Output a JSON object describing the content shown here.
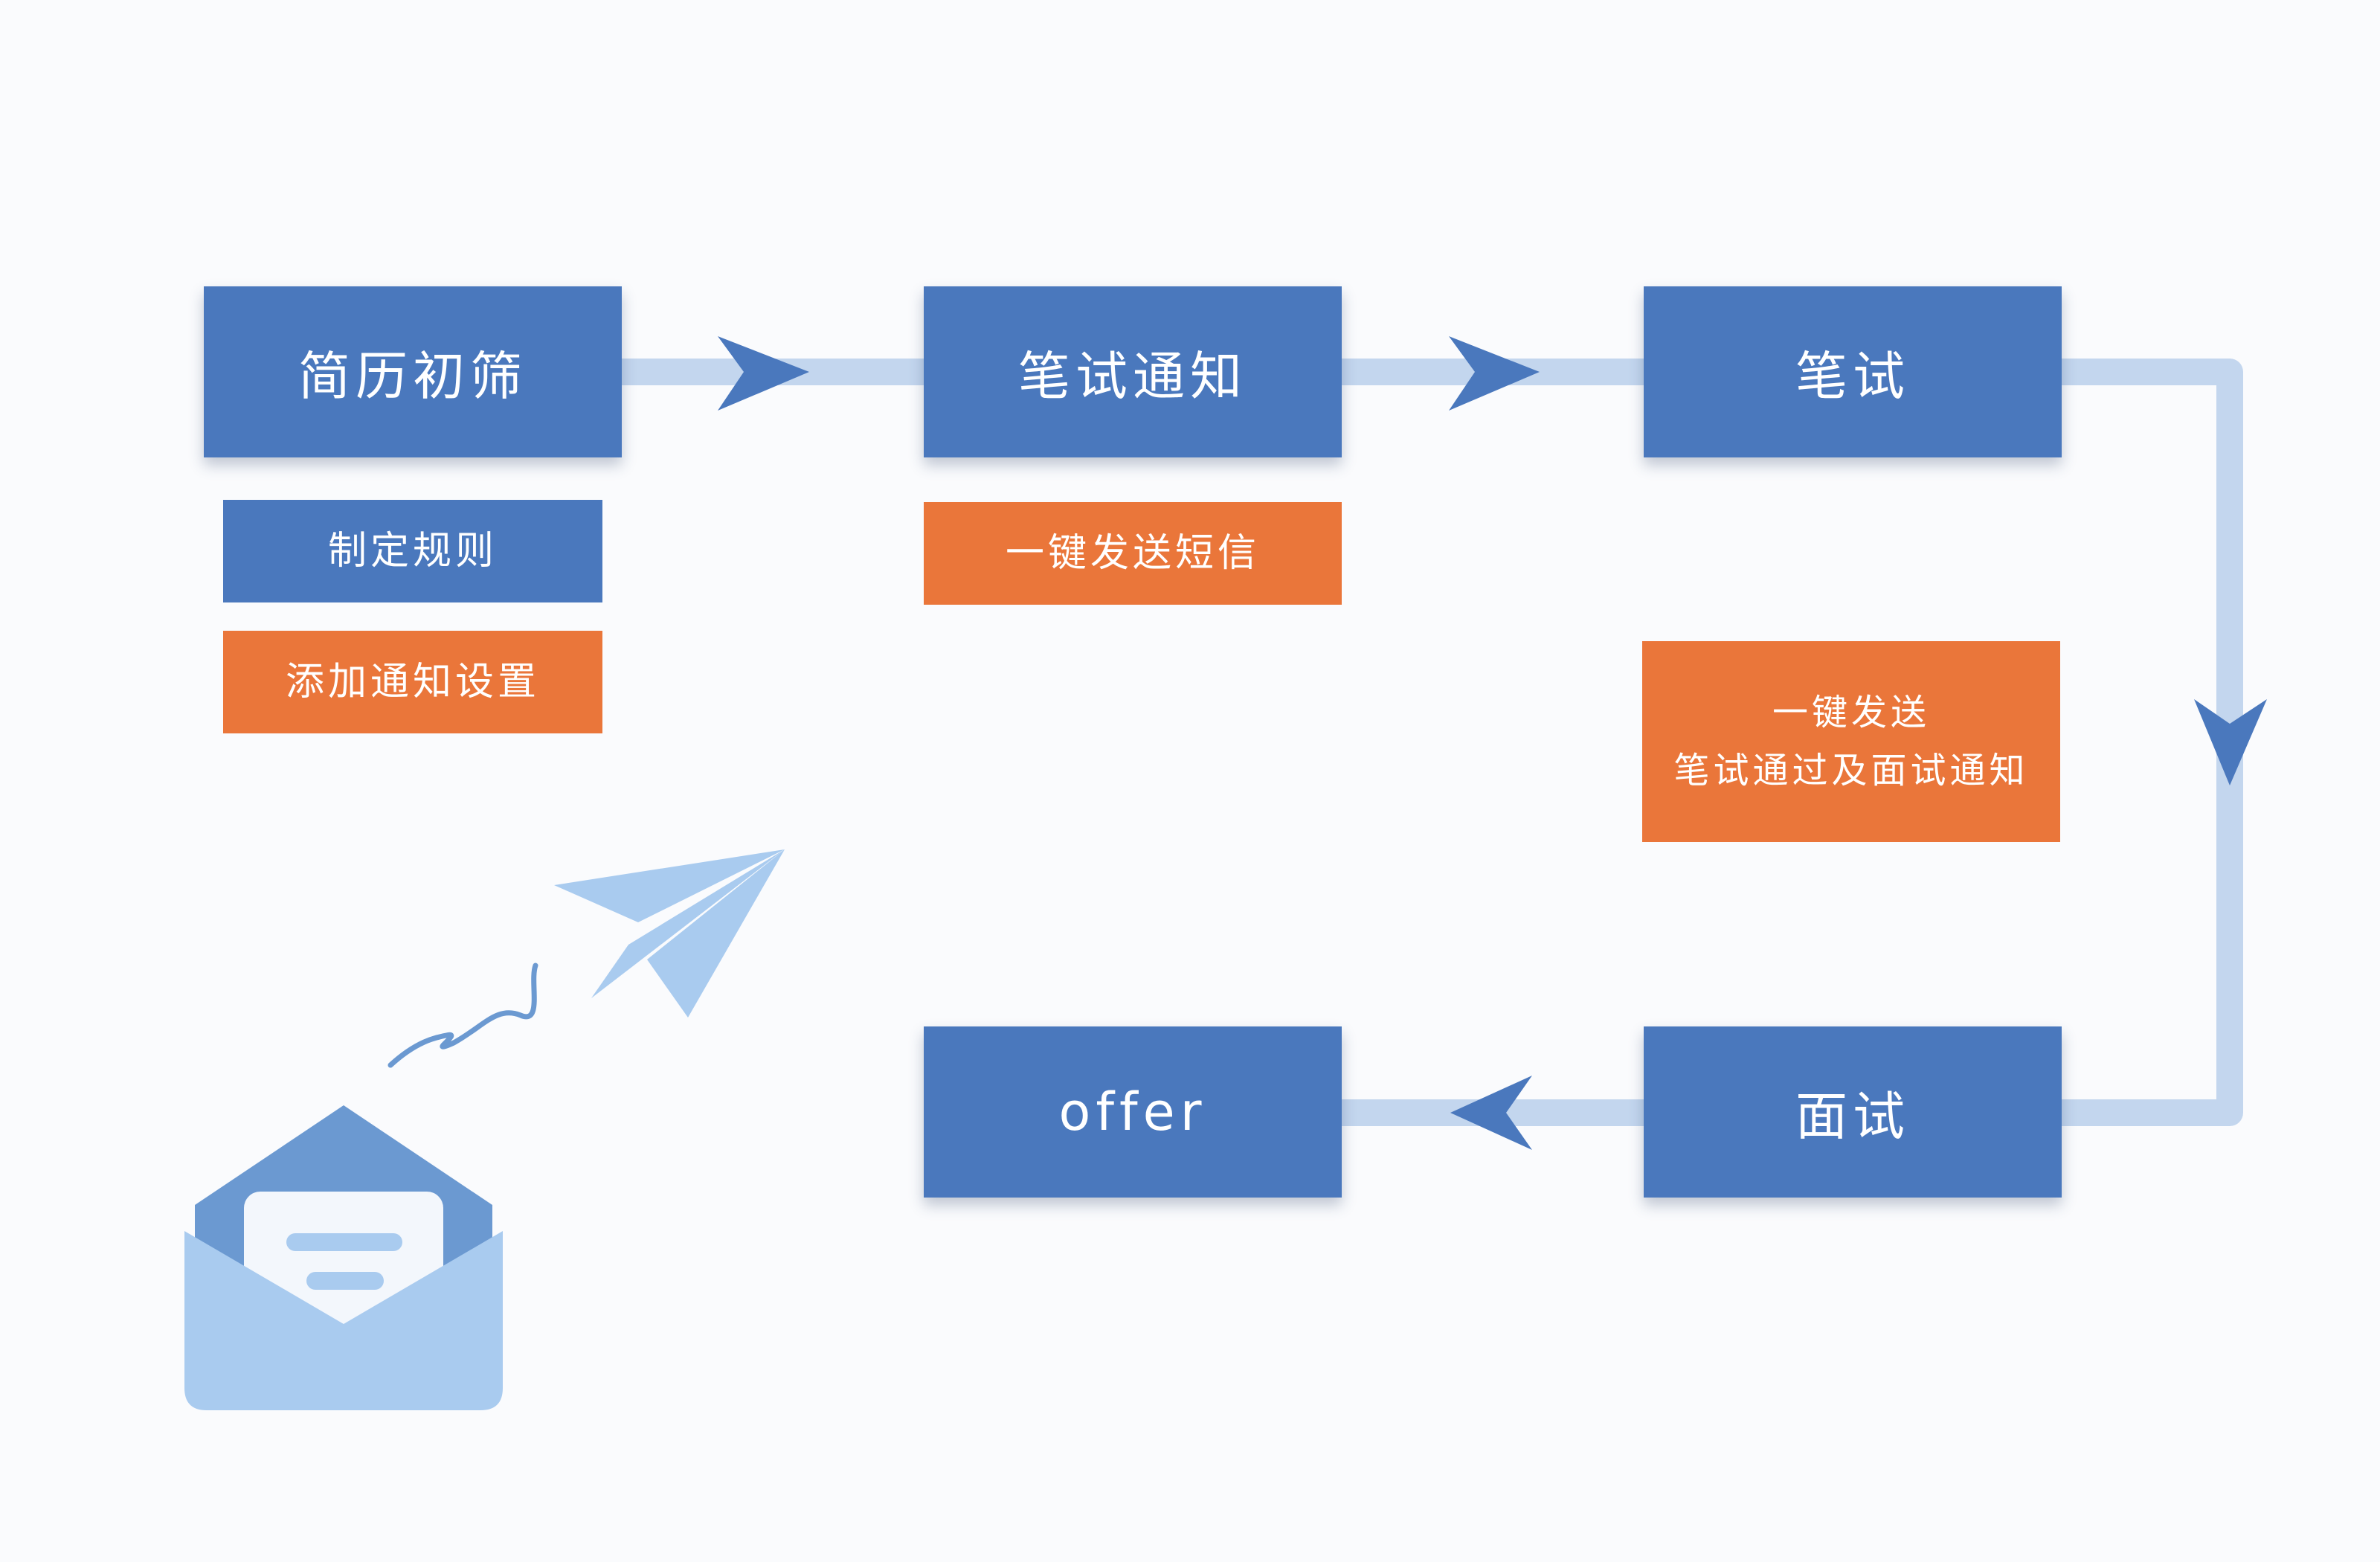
{
  "stages": {
    "screening": "简历初筛",
    "written_notice": "笔试通知",
    "written_test": "笔试",
    "interview": "面试",
    "offer": "offer"
  },
  "notes": {
    "set_rules": "制定规则",
    "add_notification_settings": "添加通知设置",
    "one_click_sms": "一键发送短信",
    "one_click_send_line1": "一键发送",
    "one_click_send_line2": "笔试通过及面试通知"
  },
  "colors": {
    "stage_blue": "#4a78bd",
    "note_orange": "#ea763a",
    "connector_light_blue": "#c3d6ee",
    "arrow_blue": "#4a78bd",
    "icon_light_blue": "#a9cbef",
    "icon_mid_blue": "#6b99d1"
  },
  "icons": [
    "paper-plane-icon",
    "envelope-icon",
    "squiggle-trail-icon"
  ]
}
